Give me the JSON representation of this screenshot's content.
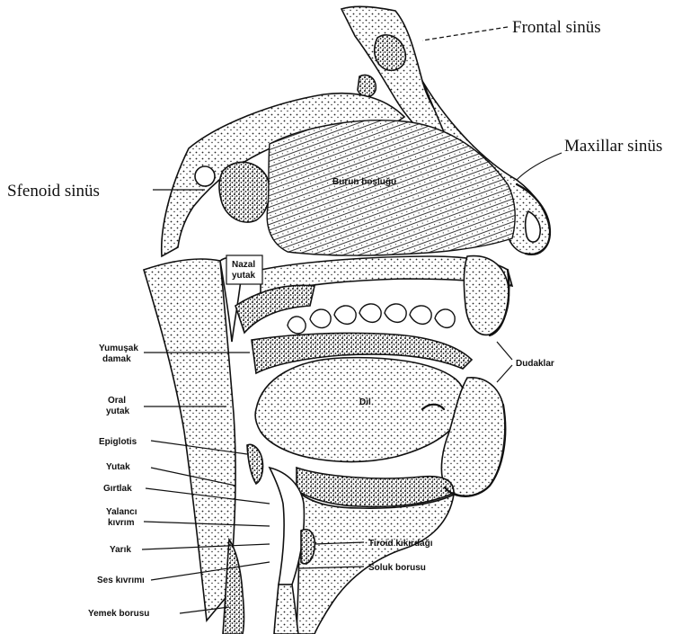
{
  "labels": {
    "frontal_sinus": "Frontal sinüs",
    "maxillary_sinus": "Maxillar sinüs",
    "sphenoid_sinus": "Sfenoid sinüs",
    "nasal_cavity": "Burun boşluğu",
    "nasopharynx_line1": "Nazal",
    "nasopharynx_line2": "yutak",
    "soft_palate_line1": "Yumuşak",
    "soft_palate_line2": "damak",
    "oropharynx_line1": "Oral",
    "oropharynx_line2": "yutak",
    "epiglottis": "Epiglotis",
    "pharynx": "Yutak",
    "larynx": "Gırtlak",
    "false_fold_line1": "Yalancı",
    "false_fold_line2": "kıvrım",
    "glottis": "Yarık",
    "vocal_fold": "Ses kıvrımı",
    "esophagus": "Yemek borusu",
    "lips": "Dudaklar",
    "tongue": "Dil",
    "thyroid_cartilage": "Tiroid kıkırdağı",
    "trachea": "Soluk borusu"
  },
  "colors": {
    "ink": "#111111",
    "paper": "#ffffff"
  }
}
